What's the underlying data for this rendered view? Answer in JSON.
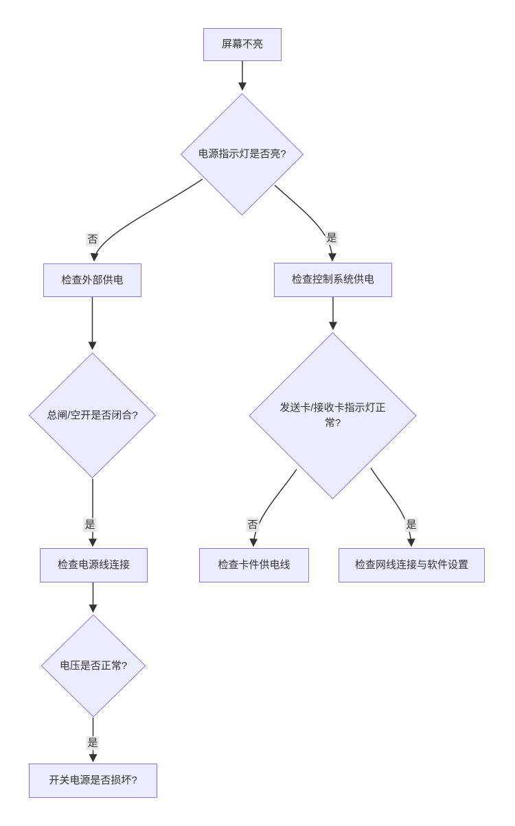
{
  "flowchart": {
    "nodes": {
      "start": {
        "label": "屏幕不亮"
      },
      "d1": {
        "label": "电源指示灯是否亮?"
      },
      "ext": {
        "label": "检查外部供电"
      },
      "ctrl": {
        "label": "检查控制系统供电"
      },
      "d2": {
        "label": "总闸/空开是否闭合?"
      },
      "cord": {
        "label": "检查电源线连接"
      },
      "d3": {
        "label": "电压是否正常?"
      },
      "psu": {
        "label": "开关电源是否损坏?"
      },
      "d4": {
        "label": "发送卡/接收卡指示灯正常?"
      },
      "card": {
        "label": "检查卡件供电线"
      },
      "net": {
        "label": "检查网线连接与软件设置"
      }
    },
    "edge_labels": {
      "d1_no": "否",
      "d1_yes": "是",
      "d2_yes": "是",
      "d3_yes": "是",
      "d4_no": "否",
      "d4_yes": "是"
    },
    "colors": {
      "node_fill": "#ECECFF",
      "node_border": "#9370DB",
      "edge": "#333333",
      "text": "#333333",
      "edge_label_bg": "#e8e8e8",
      "background": "#ffffff"
    }
  }
}
